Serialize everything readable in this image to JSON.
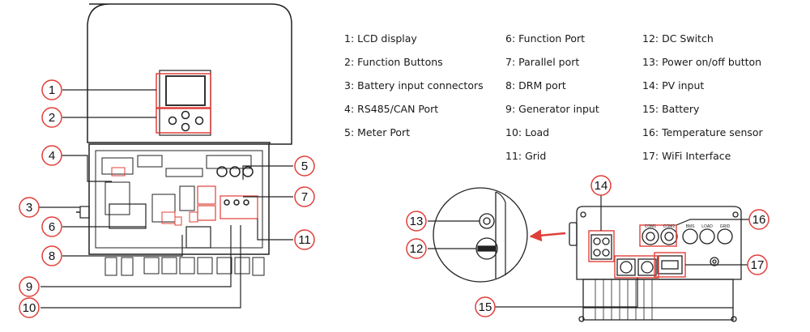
{
  "legend": {
    "col1": [
      "1: LCD display",
      "2: Function Buttons",
      "3: Battery input connectors",
      "4: RS485/CAN Port",
      "5: Meter Port"
    ],
    "col2": [
      "6: Function Port",
      "7: Parallel port",
      "8: DRM port",
      "9: Generator input",
      "10: Load",
      "11: Grid"
    ],
    "col3": [
      "12: DC Switch",
      "13: Power on/off button",
      "14: PV input",
      "15: Battery",
      "16: Temperature sensor",
      "17: WiFi Interface"
    ]
  },
  "callouts": {
    "c1": "1",
    "c2": "2",
    "c3": "3",
    "c4": "4",
    "c5": "5",
    "c6": "6",
    "c7": "7",
    "c8": "8",
    "c9": "9",
    "c10": "10",
    "c11": "11",
    "c12": "12",
    "c13": "13",
    "c14": "14",
    "c15": "15",
    "c16": "16",
    "c17": "17"
  },
  "panel_labels": {
    "cam1": "COM1",
    "cam2": "COM2",
    "bms": "BMS",
    "load": "LOAD",
    "grid": "GRID"
  },
  "colors": {
    "callout": "#e0403a",
    "line": "#222222",
    "arrow": "#e0403a"
  }
}
